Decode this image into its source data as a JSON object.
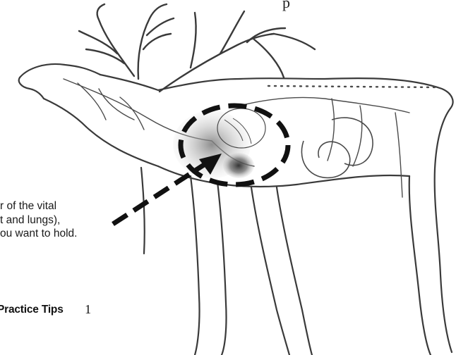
{
  "header": {
    "cropped_text": "p"
  },
  "illustration": {
    "subject_icon": "elk-anatomy-illustration",
    "target_icon": "vital-zone-target-circle",
    "arrow_icon": "dashed-pointer-arrow",
    "line_color": "#3a3a3a",
    "organ_color": "#555555"
  },
  "callout": {
    "lines": [
      "r of the vital",
      "t and lungs),",
      "ou want to hold."
    ]
  },
  "footer": {
    "section_title": "Practice Tips",
    "page_number": "1"
  }
}
